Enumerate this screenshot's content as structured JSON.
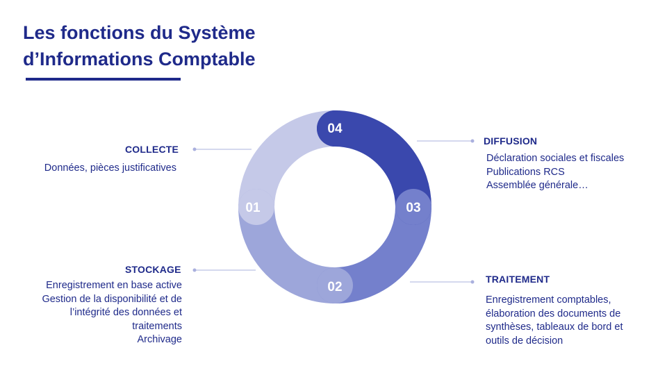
{
  "title": {
    "line1": "Les fonctions du Système",
    "line2": "d’Informations Comptable"
  },
  "steps": [
    {
      "number": "01",
      "heading": "COLLECTE",
      "lines": [
        "Données, pièces justificatives"
      ],
      "color": "#c5c9e8"
    },
    {
      "number": "02",
      "heading": "STOCKAGE",
      "lines": [
        "Enregistrement en base active",
        "Gestion de la disponibilité et de",
        "l’intégrité des données et",
        "traitements",
        "Archivage"
      ],
      "color": "#9da6da"
    },
    {
      "number": "03",
      "heading": "TRAITEMENT",
      "lines": [
        "Enregistrement comptables,",
        "élaboration des documents de",
        "synthèses, tableaux de bord et",
        "outils de décision"
      ],
      "color": "#7480cc"
    },
    {
      "number": "04",
      "heading": "DIFFUSION",
      "lines": [
        "Déclaration sociales et fiscales",
        "Publications RCS",
        "Assemblée générale…"
      ],
      "color": "#3a48ad"
    }
  ],
  "colors": {
    "title": "#1f2a8a",
    "connector": "#aab0de"
  }
}
